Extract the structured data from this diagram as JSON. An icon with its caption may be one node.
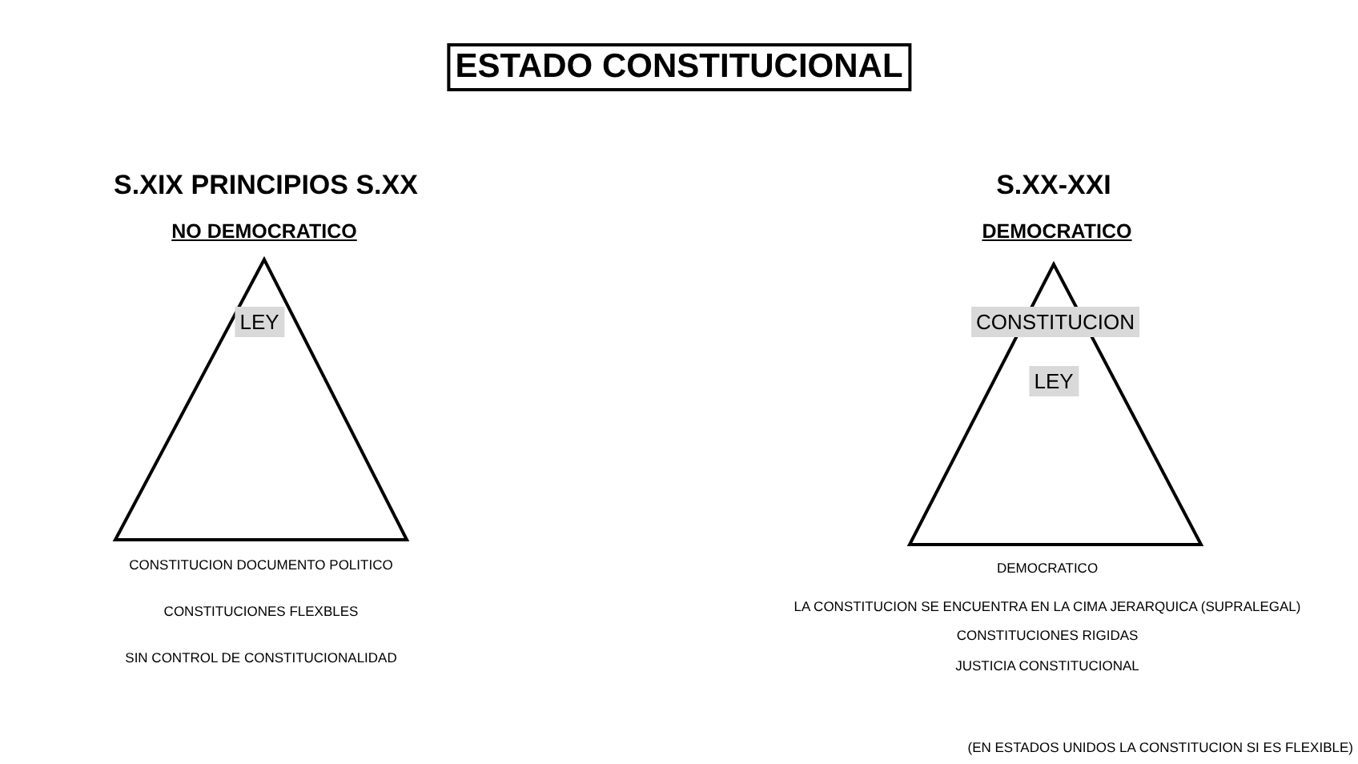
{
  "diagram": {
    "title": "ESTADO CONSTITUCIONAL",
    "nodes": [
      {
        "text": [
          "S.XIX PRINCIPIOS S.XX",
          "NO DEMOCRATICO"
        ],
        "beside": [
          "CONSTITUCION DOCUMENTO POLITICO",
          "CONSTITUCIONES FLEXBLES",
          "SIN CONTROL DE CONSTITUCIONALIDAD"
        ]
      },
      {
        "text": [
          "LEY"
        ],
        "in": 0
      },
      {
        "text": [
          "S.XX-XXI",
          "DEMOCRATICO"
        ],
        "beside": [
          "DEMOCRATICO",
          "LA CONSTITUCION SE ENCUENTRA EN LA CIMA JERARQUICA (SUPRALEGAL)",
          "CONSTITUCIONES RIGIDAS",
          "JUSTICIA CONSTITUCIONAL"
        ]
      },
      {
        "text": [
          "CONSTITUCION"
        ],
        "in": 2
      },
      {
        "text": [
          "LEY"
        ],
        "in": 2
      }
    ],
    "labels": [
      "(EN ESTADOS UNIDOS LA CONSTITUCION SI ES FLEXIBLE)"
    ]
  }
}
